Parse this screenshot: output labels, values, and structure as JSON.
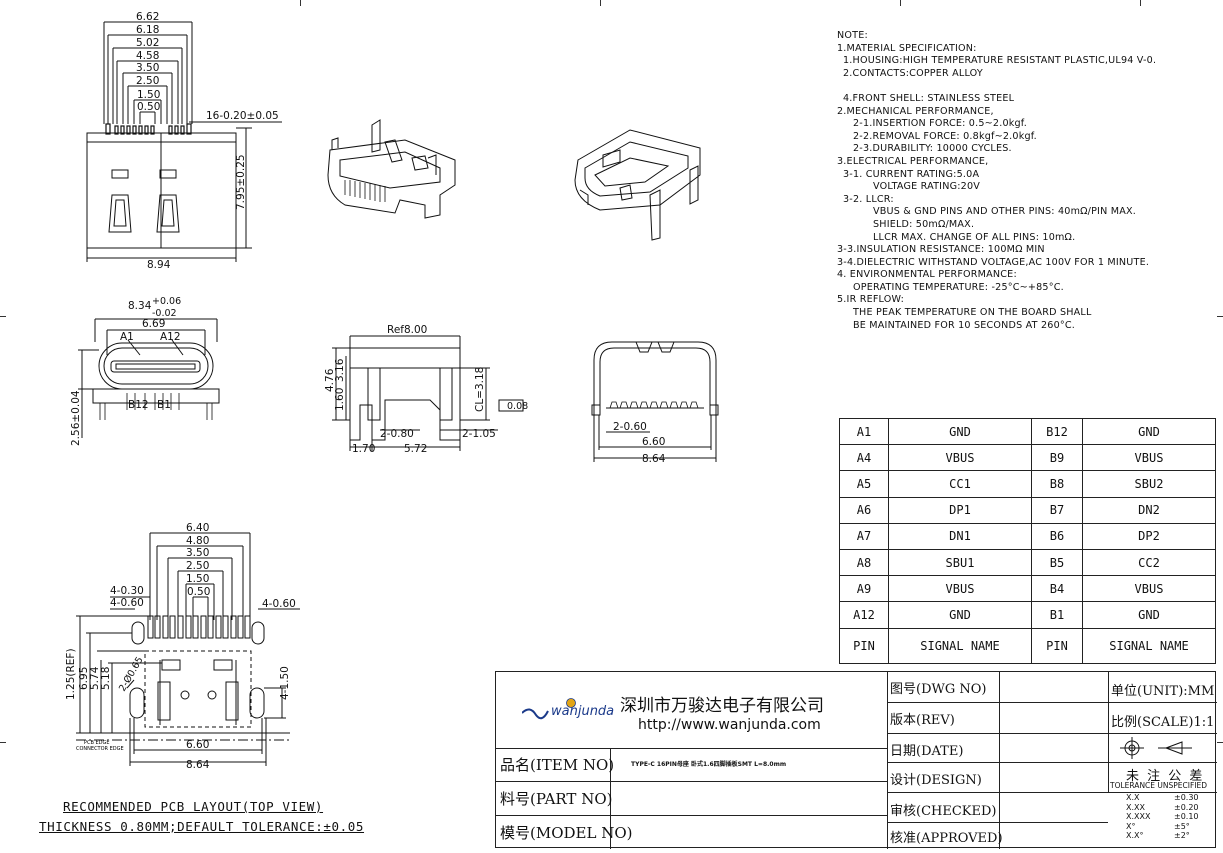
{
  "notes": [
    {
      "t": "NOTE:",
      "c": ""
    },
    {
      "t": "1.MATERIAL SPECIFICATION:",
      "c": ""
    },
    {
      "t": "1.HOUSING:HIGH TEMPERATURE RESISTANT PLASTIC,UL94 V-0.",
      "c": "i1"
    },
    {
      "t": "2.CONTACTS:COPPER ALLOY",
      "c": "i1"
    },
    {
      "t": "",
      "c": ""
    },
    {
      "t": "4.FRONT SHELL: STAINLESS STEEL",
      "c": "i1"
    },
    {
      "t": "2.MECHANICAL PERFORMANCE,",
      "c": ""
    },
    {
      "t": "2-1.INSERTION FORCE: 0.5~2.0kgf.",
      "c": "i2"
    },
    {
      "t": "2-2.REMOVAL FORCE: 0.8kgf~2.0kgf.",
      "c": "i2"
    },
    {
      "t": "2-3.DURABILITY: 10000 CYCLES.",
      "c": "i2"
    },
    {
      "t": "3.ELECTRICAL PERFORMANCE,",
      "c": ""
    },
    {
      "t": "3-1. CURRENT RATING:5.0A",
      "c": "i1"
    },
    {
      "t": "VOLTAGE RATING:20V",
      "c": "i3"
    },
    {
      "t": "3-2. LLCR:",
      "c": "i1"
    },
    {
      "t": "VBUS & GND PINS AND OTHER PINS: 40mΩ/PIN MAX.",
      "c": "i3"
    },
    {
      "t": "SHIELD: 50mΩ/MAX.",
      "c": "i3"
    },
    {
      "t": "LLCR MAX. CHANGE OF ALL PINS: 10mΩ.",
      "c": "i3"
    },
    {
      "t": "3-3.INSULATION RESISTANCE: 100MΩ MIN",
      "c": ""
    },
    {
      "t": "3-4.DIELECTRIC WITHSTAND VOLTAGE,AC 100V FOR 1 MINUTE.",
      "c": ""
    },
    {
      "t": "4. ENVIRONMENTAL PERFORMANCE:",
      "c": ""
    },
    {
      "t": "OPERATING TEMPERATURE: -25°C~+85°C.",
      "c": "i2"
    },
    {
      "t": "5.IR REFLOW:",
      "c": ""
    },
    {
      "t": "THE PEAK TEMPERATURE ON THE BOARD SHALL",
      "c": "i2"
    },
    {
      "t": "BE MAINTAINED FOR 10 SECONDS AT 260°C.",
      "c": "i2"
    }
  ],
  "pin_table": {
    "rows": [
      [
        "A1",
        "GND",
        "B12",
        "GND"
      ],
      [
        "A4",
        "VBUS",
        "B9",
        "VBUS"
      ],
      [
        "A5",
        "CC1",
        "B8",
        "SBU2"
      ],
      [
        "A6",
        "DP1",
        "B7",
        "DN2"
      ],
      [
        "A7",
        "DN1",
        "B6",
        "DP2"
      ],
      [
        "A8",
        "SBU1",
        "B5",
        "CC2"
      ],
      [
        "A9",
        "VBUS",
        "B4",
        "VBUS"
      ],
      [
        "A12",
        "GND",
        "B1",
        "GND"
      ]
    ],
    "header": [
      "PIN",
      "SIGNAL NAME",
      "PIN",
      "SIGNAL NAME"
    ]
  },
  "title_block": {
    "logo": "wanjunda",
    "company_cn": "深圳市万骏达电子有限公司",
    "url": "http://www.wanjunda.com",
    "item_label": "品名(ITEM NO)",
    "item_value": "TYPE-C 16PIN母座 卧式1.6四脚插板SMT L=8.0mm",
    "part_label": "料号(PART NO)",
    "model_label": "模号(MODEL NO)",
    "dwg_label": "图号(DWG NO)",
    "rev_label": "版本(REV)",
    "date_label": "日期(DATE)",
    "design_label": "设计(DESIGN)",
    "checked_label": "审核(CHECKED)",
    "approved_label": "核准(APPROVED)",
    "unit": "单位(UNIT):MM",
    "scale": "比例(SCALE)1:1",
    "tol_title_cn": "未 注 公 差",
    "tol_title_en": "TOLERANCE UNSPECIFIED",
    "tolerances": [
      [
        "X.X",
        "±0.30"
      ],
      [
        "X.XX",
        "±0.20"
      ],
      [
        "X.XXX",
        "±0.10"
      ],
      [
        "X°",
        "±5°"
      ],
      [
        "X.X°",
        "±2°"
      ]
    ]
  },
  "pcb_caption": {
    "line1": "RECOMMENDED PCB LAYOUT(TOP VIEW)",
    "line2": "THICKNESS 0.80MM;DEFAULT TOLERANCE:±0.05"
  },
  "dims": {
    "top_view": [
      "6.62",
      "6.18",
      "5.02",
      "4.58",
      "3.50",
      "2.50",
      "1.50",
      "0.50",
      "16-0.20±0.05",
      "7.95±0.25",
      "8.94"
    ],
    "front_view": [
      "8.34",
      "+0.06",
      "-0.02",
      "6.69",
      "A1",
      "A12",
      "B12",
      "B1",
      "2.56±0.04"
    ],
    "side_view": [
      "Ref8.00",
      "4.76",
      "3.16",
      "1.60",
      "CL=3.18",
      "0.08",
      "2-0.80",
      "2-1.05",
      "1.70",
      "5.72"
    ],
    "rear_view": [
      "2-0.60",
      "6.60",
      "8.64"
    ],
    "pcb": [
      "6.40",
      "4.80",
      "3.50",
      "2.50",
      "1.50",
      "0.50",
      "4-0.30",
      "4-0.60",
      "4-0.60",
      "1.25(REF)",
      "6.95",
      "5.74",
      "5.18",
      "2-Ø0.65",
      "4-1.50",
      "6.60",
      "8.64",
      "PCB EDGE",
      "CONNECTOR EDGE"
    ]
  }
}
